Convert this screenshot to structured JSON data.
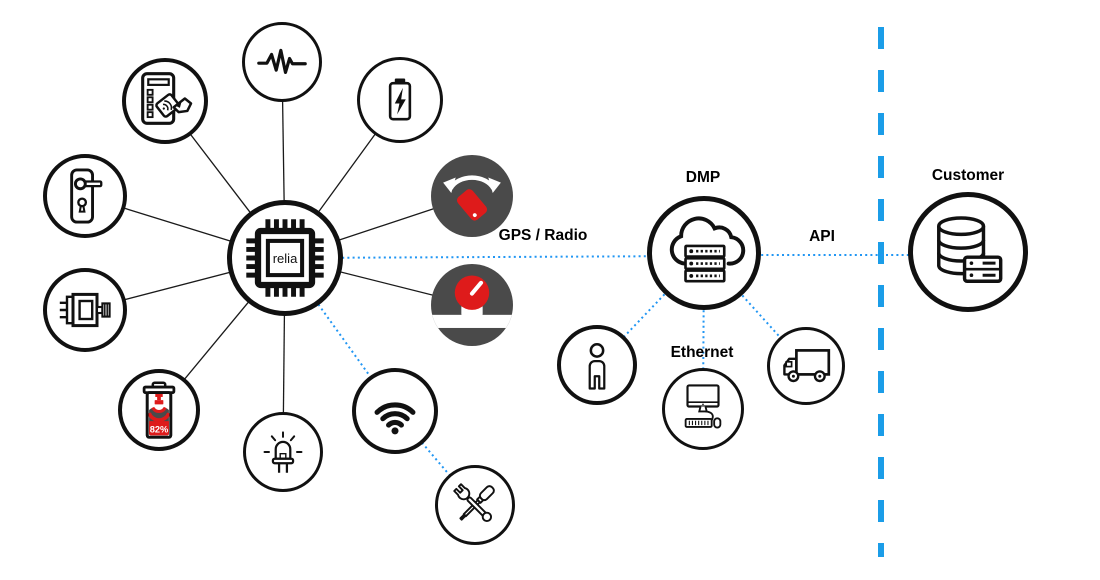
{
  "meta": {
    "description": "IoT sensor hub to DMP to customer integration diagram"
  },
  "hub": {
    "label": "relia",
    "icon": "microchip-icon"
  },
  "labels": {
    "dmp": "DMP",
    "customer": "Customer",
    "ethernet": "Ethernet",
    "gps_radio": "GPS / Radio",
    "api": "API"
  },
  "sensors": {
    "fill_level": "82%"
  },
  "icons": {
    "hub": "microchip-icon",
    "satellites": [
      "heartbeat-icon",
      "card-reader-icon",
      "battery-charging-icon",
      "door-lock-icon",
      "motor-icon",
      "waste-bin-fill-level-icon",
      "led-icon",
      "phone-rotation-icon",
      "gauge-icon",
      "wifi-icon",
      "maintenance-tools-icon"
    ],
    "dmp": "cloud-servers-icon",
    "dmp_clients": [
      "person-icon",
      "desktop-computer-icon",
      "delivery-truck-icon"
    ],
    "customer": "database-server-icon"
  },
  "colors": {
    "accent_blue": "#2196F3",
    "divider_blue": "#1B9DE8",
    "dark_gray": "#4A4A4A",
    "red": "#DE1B1B",
    "line_black": "#111111"
  },
  "edges": [
    {
      "from": "hub",
      "to": "heartbeat-sensor",
      "style": "solid"
    },
    {
      "from": "hub",
      "to": "card-reader",
      "style": "solid"
    },
    {
      "from": "hub",
      "to": "battery",
      "style": "solid"
    },
    {
      "from": "hub",
      "to": "door-lock",
      "style": "solid"
    },
    {
      "from": "hub",
      "to": "motor",
      "style": "solid"
    },
    {
      "from": "hub",
      "to": "waste-bin-fill-level",
      "style": "solid"
    },
    {
      "from": "hub",
      "to": "led",
      "style": "solid"
    },
    {
      "from": "hub",
      "to": "phone-rotation",
      "style": "solid"
    },
    {
      "from": "hub",
      "to": "gauge",
      "style": "solid"
    },
    {
      "from": "hub",
      "to": "wifi",
      "style": "dotted-blue"
    },
    {
      "from": "wifi",
      "to": "maintenance-tools",
      "style": "dotted-blue"
    },
    {
      "from": "hub",
      "to": "dmp",
      "style": "dotted-blue",
      "label": "GPS / Radio"
    },
    {
      "from": "dmp",
      "to": "customer",
      "style": "dotted-blue",
      "label": "API"
    },
    {
      "from": "dmp",
      "to": "person",
      "style": "dotted-blue"
    },
    {
      "from": "dmp",
      "to": "computer",
      "style": "dotted-blue",
      "label": "Ethernet"
    },
    {
      "from": "dmp",
      "to": "truck",
      "style": "dotted-blue"
    },
    {
      "type": "divider",
      "style": "dashed-blue-vertical",
      "between": [
        "dmp",
        "customer"
      ]
    }
  ]
}
